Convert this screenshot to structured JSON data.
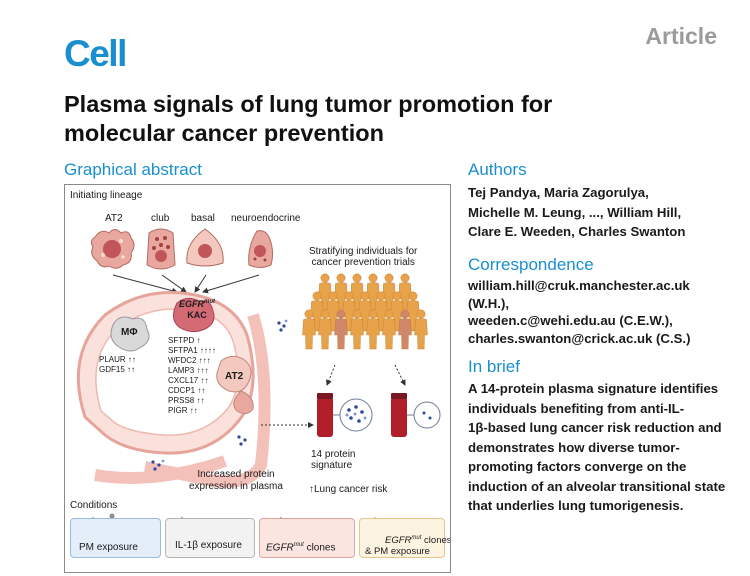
{
  "header": {
    "journal": "Cell",
    "article_type": "Article",
    "title_lines": [
      "Plasma signals of lung tumor promotion for",
      "molecular cancer prevention"
    ]
  },
  "graphical_abstract": {
    "heading": "Graphical abstract",
    "panel_label": "Initiating lineage",
    "cells": [
      "AT2",
      "club",
      "basal",
      "neuroendocrine"
    ],
    "stratify_text_lines": [
      "Stratifying individuals for",
      "cancer prevention trials"
    ],
    "kac_gene": "EGFR",
    "kac_sup": "mut",
    "kac_label": "KAC",
    "macrophage_label": "MΦ",
    "macrophage_markers": [
      "PLAUR ↑↑",
      "GDF15 ↑↑"
    ],
    "gene_list": [
      "SFTPD ↑",
      "SFTPA1 ↑↑↑↑",
      "WFDC2 ↑↑↑",
      "LAMP3 ↑↑↑",
      "CXCL17 ↑↑",
      "CDCP1 ↑↑",
      "PRSS8 ↑↑",
      "PIGR ↑↑"
    ],
    "at2_label": "AT2",
    "increased_text_lines": [
      "Increased protein",
      "expression in plasma"
    ],
    "signature_text_lines": [
      "14 protein",
      "signature"
    ],
    "lung_cancer_risk": "↑Lung cancer risk",
    "conditions_heading": "Conditions",
    "conditions": {
      "pm": "PM exposure",
      "il1b": "IL-1β exposure",
      "egfr_gene": "EGFR",
      "egfr_sup": "mut",
      "egfr_rest": " clones",
      "combo_rest": " clones",
      "combo_line2": "& PM exposure"
    }
  },
  "authors": {
    "heading": "Authors",
    "lines": [
      "Tej Pandya, Maria Zagorulya,",
      "Michelle M. Leung, ..., William Hill,",
      "Clare E. Weeden, Charles Swanton"
    ]
  },
  "correspondence": {
    "heading": "Correspondence",
    "lines": [
      "william.hill@cruk.manchester.ac.uk",
      "(W.H.),",
      "weeden.c@wehi.edu.au (C.E.W.),",
      "charles.swanton@crick.ac.uk (C.S.)"
    ]
  },
  "in_brief": {
    "heading": "In brief",
    "lines": [
      "A 14-protein plasma signature identifies",
      "individuals benefiting from anti-IL-",
      "1β-based lung cancer risk reduction and",
      "demonstrates how diverse tumor-",
      "promoting factors converge on the",
      "induction of an alveolar transitional state",
      "that underlies lung tumorigenesis."
    ]
  },
  "colors": {
    "brand_blue": "#1a8fcf",
    "article_gray": "#9b9b9b",
    "pm_box_fill": "#e4eef9",
    "il1b_box_fill": "#f2f2f2",
    "egfr_box_fill": "#fbe5e1",
    "combo_box_fill": "#fdf3e1",
    "cell_pink": "#e8a79f",
    "person_orange": "#e8a24a"
  }
}
